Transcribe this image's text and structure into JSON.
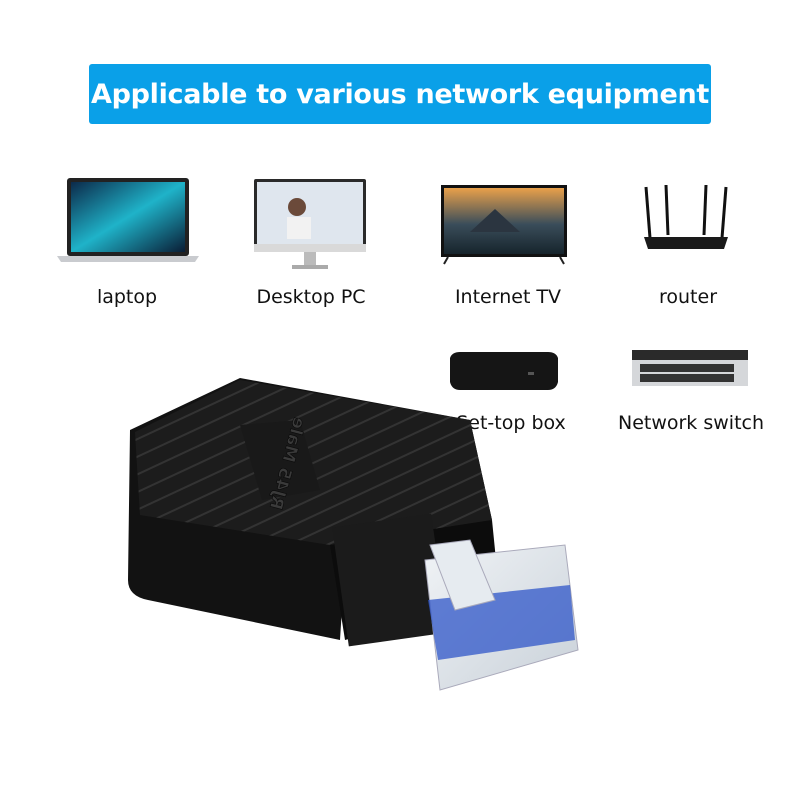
{
  "banner": {
    "title": "Applicable to various network equipment",
    "color": "#0aa0e8"
  },
  "devices": [
    {
      "label": "laptop",
      "icon": "laptop-icon"
    },
    {
      "label": "Desktop PC",
      "icon": "desktop-pc-icon"
    },
    {
      "label": "Internet TV",
      "icon": "tv-icon"
    },
    {
      "label": "router",
      "icon": "router-icon"
    },
    {
      "label": "Set-top box",
      "icon": "set-top-box-icon"
    },
    {
      "label": "Network switch",
      "icon": "network-switch-icon"
    }
  ],
  "product": {
    "embossed_text": "RJ45 Male",
    "icon": "rj45-adapter-image"
  }
}
